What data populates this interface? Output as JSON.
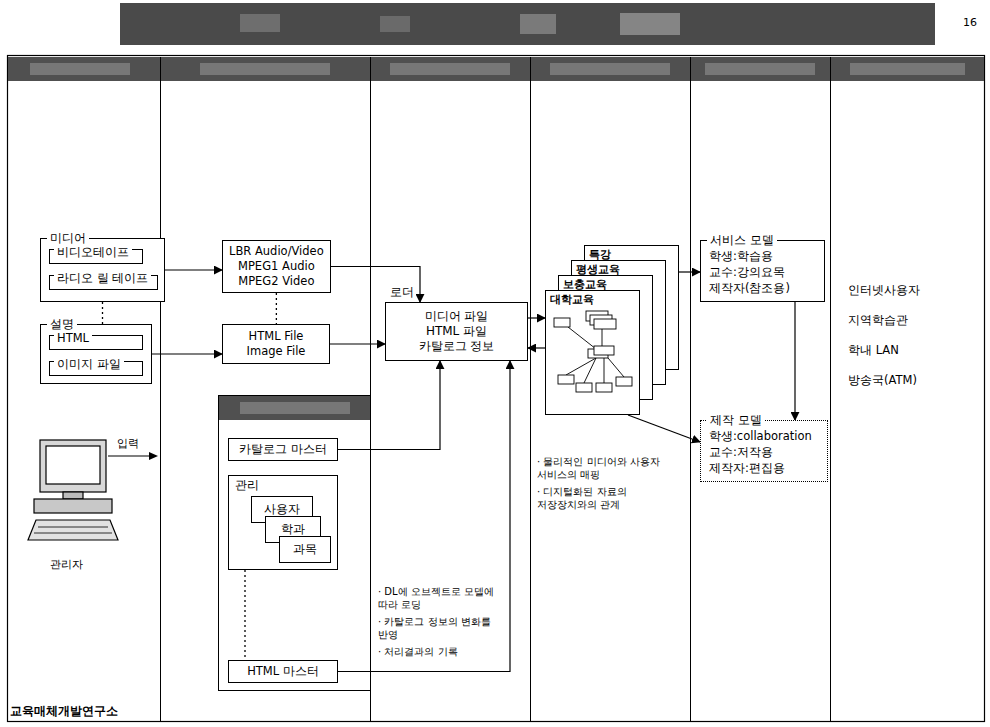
{
  "diagram": {
    "nodes": [
      {
        "text": [
          "미디어"
        ]
      },
      {
        "text": [
          "비디오테이프"
        ],
        "in": 0
      },
      {
        "text": [
          "라디오 릴 테이프"
        ],
        "in": 0
      },
      {
        "text": [
          "설명"
        ]
      },
      {
        "text": [
          "HTML"
        ],
        "in": 3
      },
      {
        "text": [
          "이미지 파일"
        ],
        "in": 3
      },
      {
        "text": [
          "LBR Audio/Video",
          "MPEG1 Audio",
          "MPEG2 Video"
        ]
      },
      {
        "text": [
          "HTML File",
          "Image File"
        ]
      },
      {
        "text": [
          "카탈로그 마스터"
        ]
      },
      {
        "text": [
          "관리"
        ]
      },
      {
        "text": [
          "사용자"
        ],
        "in": 9
      },
      {
        "text": [
          "학과"
        ],
        "in": 9
      },
      {
        "text": [
          "과목"
        ],
        "in": 9
      },
      {
        "text": [
          "HTML 마스터"
        ]
      },
      {
        "text": [
          "미디어 파일",
          "HTML 파일",
          "카탈로그 정보"
        ]
      },
      {
        "text": [
          "특강"
        ]
      },
      {
        "text": [
          "평생교육"
        ]
      },
      {
        "text": [
          "보충교육"
        ]
      },
      {
        "text": [
          "대학교육"
        ]
      },
      {
        "text": [
          "서비스 모델",
          "학생:학습용",
          "교수:강의요목",
          "제작자(참조용)"
        ]
      },
      {
        "text": [
          "제작 모델",
          "학생:collaboration",
          "교수:저작용",
          "제작자:편집용"
        ]
      }
    ],
    "edges": [
      {
        "from": 0,
        "to": 6,
        "arrow": "to"
      },
      {
        "from": 3,
        "to": 7,
        "arrow": "to"
      },
      {
        "from": 0,
        "to": 3,
        "arrow": "none"
      },
      {
        "from": 6,
        "to": 7,
        "arrow": "none"
      },
      {
        "from": 6,
        "to": 14,
        "label": "로더",
        "arrow": "to"
      },
      {
        "from": 7,
        "to": 14,
        "arrow": "to"
      },
      {
        "from": 14,
        "to": 18,
        "arrow": "to"
      },
      {
        "from": 18,
        "to": 14,
        "arrow": "to"
      },
      {
        "from": 8,
        "to": 14,
        "arrow": "to"
      },
      {
        "from": 13,
        "to": 14,
        "arrow": "to"
      },
      {
        "from": 9,
        "to": 13,
        "arrow": "none"
      },
      {
        "from": 15,
        "to": 19,
        "arrow": "to"
      },
      {
        "from": 19,
        "to": 20,
        "arrow": "to"
      },
      {
        "from": 18,
        "to": 20,
        "arrow": "to"
      }
    ],
    "labels": [
      "16",
      "입력",
      "관리자",
      "· DL에 오브젝트로 모델에 따라 로딩",
      "· 카탈로그 정보의 변화를 반영",
      "· 처리결과의 기록",
      "· 물리적인 미디어와 사용자 서비스의 매핑",
      "· 디지털화된 자료의 저장장치와의 관계",
      "인터넷사용자",
      "지역학습관",
      "학내 LAN",
      "방송국(ATM)",
      "교육매체개발연구소"
    ]
  }
}
